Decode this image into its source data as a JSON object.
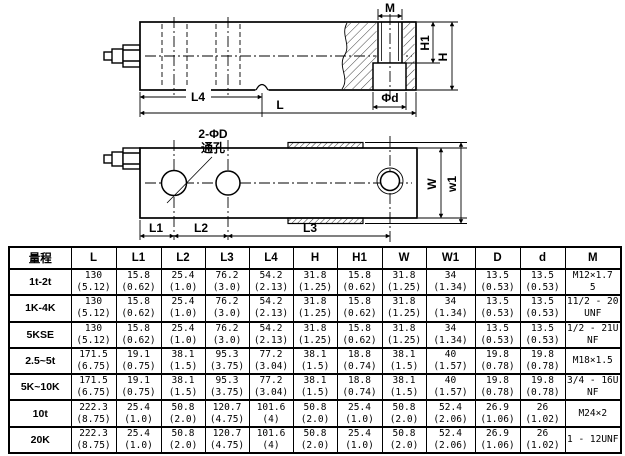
{
  "drawing": {
    "labels": {
      "m": "M",
      "h1": "H1",
      "h": "H",
      "l4": "L4",
      "l": "L",
      "phi_d": "Φd",
      "holes_note": "2-ΦD",
      "through_hole": "通孔",
      "l1": "L1",
      "l2": "L2",
      "l3": "L3",
      "w": "W",
      "w1": "w1"
    }
  },
  "table": {
    "columns": [
      "量程",
      "L",
      "L1",
      "L2",
      "L3",
      "L4",
      "H",
      "H1",
      "W",
      "W1",
      "D",
      "d",
      "M"
    ],
    "rows": [
      {
        "label": "1t-2t",
        "values": [
          "130\n(5.12)",
          "15.8\n(0.62)",
          "25.4\n(1.0)",
          "76.2\n(3.0)",
          "54.2\n(2.13)",
          "31.8\n(1.25)",
          "15.8\n(0.62)",
          "31.8\n(1.25)",
          "34\n(1.34)",
          "13.5\n(0.53)",
          "13.5\n(0.53)",
          "M12×1.7\n5"
        ]
      },
      {
        "label": "1K-4K",
        "values": [
          "130\n(5.12)",
          "15.8\n(0.62)",
          "25.4\n(1.0)",
          "76.2\n(3.0)",
          "54.2\n(2.13)",
          "31.8\n(1.25)",
          "15.8\n(0.62)",
          "31.8\n(1.25)",
          "34\n(1.34)",
          "13.5\n(0.53)",
          "13.5\n(0.53)",
          "11/2 - 20\nUNF"
        ]
      },
      {
        "label": "5KSE",
        "values": [
          "130\n(5.12)",
          "15.8\n(0.62)",
          "25.4\n(1.0)",
          "76.2\n(3.0)",
          "54.2\n(2.13)",
          "31.8\n(1.25)",
          "15.8\n(0.62)",
          "31.8\n(1.25)",
          "34\n(1.34)",
          "13.5\n(0.53)",
          "13.5\n(0.53)",
          "1/2 - 21U\nNF"
        ]
      },
      {
        "label": "2.5~5t",
        "values": [
          "171.5\n(6.75)",
          "19.1\n(0.75)",
          "38.1\n(1.5)",
          "95.3\n(3.75)",
          "77.2\n(3.04)",
          "38.1\n(1.5)",
          "18.8\n(0.74)",
          "38.1\n(1.5)",
          "40\n(1.57)",
          "19.8\n(0.78)",
          "19.8\n(0.78)",
          "M18×1.5"
        ]
      },
      {
        "label": "5K~10K",
        "values": [
          "171.5\n(6.75)",
          "19.1\n(0.75)",
          "38.1\n(1.5)",
          "95.3\n(3.75)",
          "77.2\n(3.04)",
          "38.1\n(1.5)",
          "18.8\n(0.74)",
          "38.1\n(1.5)",
          "40\n(1.57)",
          "19.8\n(0.78)",
          "19.8\n(0.78)",
          "3/4 - 16U\nNF"
        ]
      },
      {
        "label": "10t",
        "values": [
          "222.3\n(8.75)",
          "25.4\n(1.0)",
          "50.8\n(2.0)",
          "120.7\n(4.75)",
          "101.6\n(4)",
          "50.8\n(2.0)",
          "25.4\n(1.0)",
          "50.8\n(2.0)",
          "52.4\n(2.06)",
          "26.9\n(1.06)",
          "26\n(1.02)",
          "M24×2"
        ]
      },
      {
        "label": "20K",
        "values": [
          "222.3\n(8.75)",
          "25.4\n(1.0)",
          "50.8\n(2.0)",
          "120.7\n(4.75)",
          "101.6\n(4)",
          "50.8\n(2.0)",
          "25.4\n(1.0)",
          "50.8\n(2.0)",
          "52.4\n(2.06)",
          "26.9\n(1.06)",
          "26\n(1.02)",
          "1 - 12UNF"
        ]
      }
    ]
  }
}
